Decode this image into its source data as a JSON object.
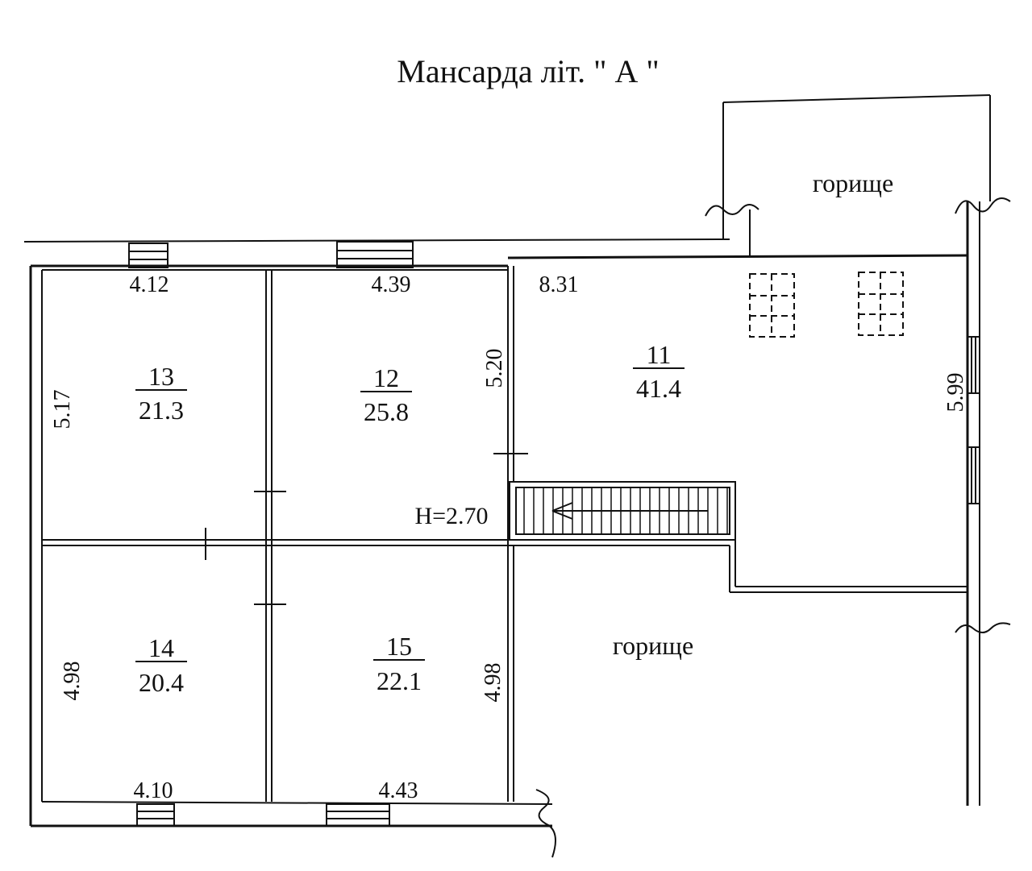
{
  "title": "Мансарда літ. \" А \"",
  "attic_label_top": "горище",
  "attic_label_bottom": "горище",
  "height_label": "H=2.70",
  "rooms": [
    {
      "number": "13",
      "area": "21.3"
    },
    {
      "number": "12",
      "area": "25.8"
    },
    {
      "number": "11",
      "area": "41.4"
    },
    {
      "number": "14",
      "area": "20.4"
    },
    {
      "number": "15",
      "area": "22.1"
    }
  ],
  "dimensions": {
    "room13_width": "4.12",
    "room12_width": "4.39",
    "room11_width": "8.31",
    "room13_depth": "5.17",
    "room12_depth": "5.20",
    "room11_depth": "5.99",
    "room14_depth": "4.98",
    "room15_depth": "4.98",
    "room14_width": "4.10",
    "room15_width": "4.43"
  },
  "colors": {
    "ink": "#111111",
    "paper": "#ffffff"
  }
}
